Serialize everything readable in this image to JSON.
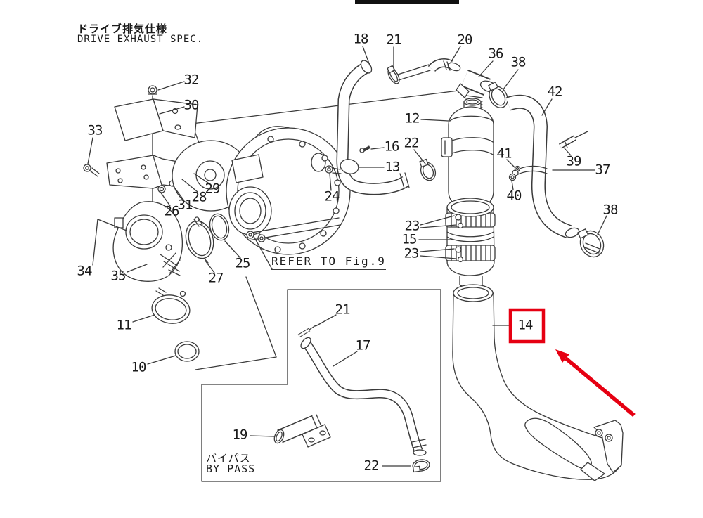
{
  "page": {
    "bg": "#ffffff",
    "line_color": "#3a3a3a",
    "red_accent": "#e60012"
  },
  "header": {
    "title_ja": "ドライブ排気仕様",
    "title_en": "DRIVE EXHAUST SPEC."
  },
  "notes": {
    "refer_note": "REFER TO Fig.9",
    "bypass_ja": "バイパス",
    "bypass_en": "BY PASS"
  },
  "highlighted_part": {
    "label": "14"
  },
  "callouts": {
    "bolt32": "32",
    "bracket30": "30",
    "bolt33": "33",
    "pipe18": "18",
    "clamp21_top": "21",
    "elbow20": "20",
    "tee36": "36",
    "clamp38_top": "38",
    "hose42": "42",
    "muffler12": "12",
    "bolt16": "16",
    "clamp22_top": "22",
    "clamp13": "13",
    "nut24": "24",
    "washer41": "41",
    "nut40": "40",
    "sensor39": "39",
    "strap37": "37",
    "clamp38_right": "38",
    "clamp23_upper": "23",
    "hose15": "15",
    "clamp23_lower": "23",
    "nut26": "26",
    "bolt31": "31",
    "washer28": "28",
    "stud29": "29",
    "oring25": "25",
    "clamp27": "27",
    "ring34": "34",
    "elbow35": "35",
    "clamp11": "11",
    "oring10": "10",
    "hose14": "14",
    "pin21_inset": "21",
    "pipe17": "17",
    "fitting19": "19",
    "clamp22_inset": "22"
  }
}
